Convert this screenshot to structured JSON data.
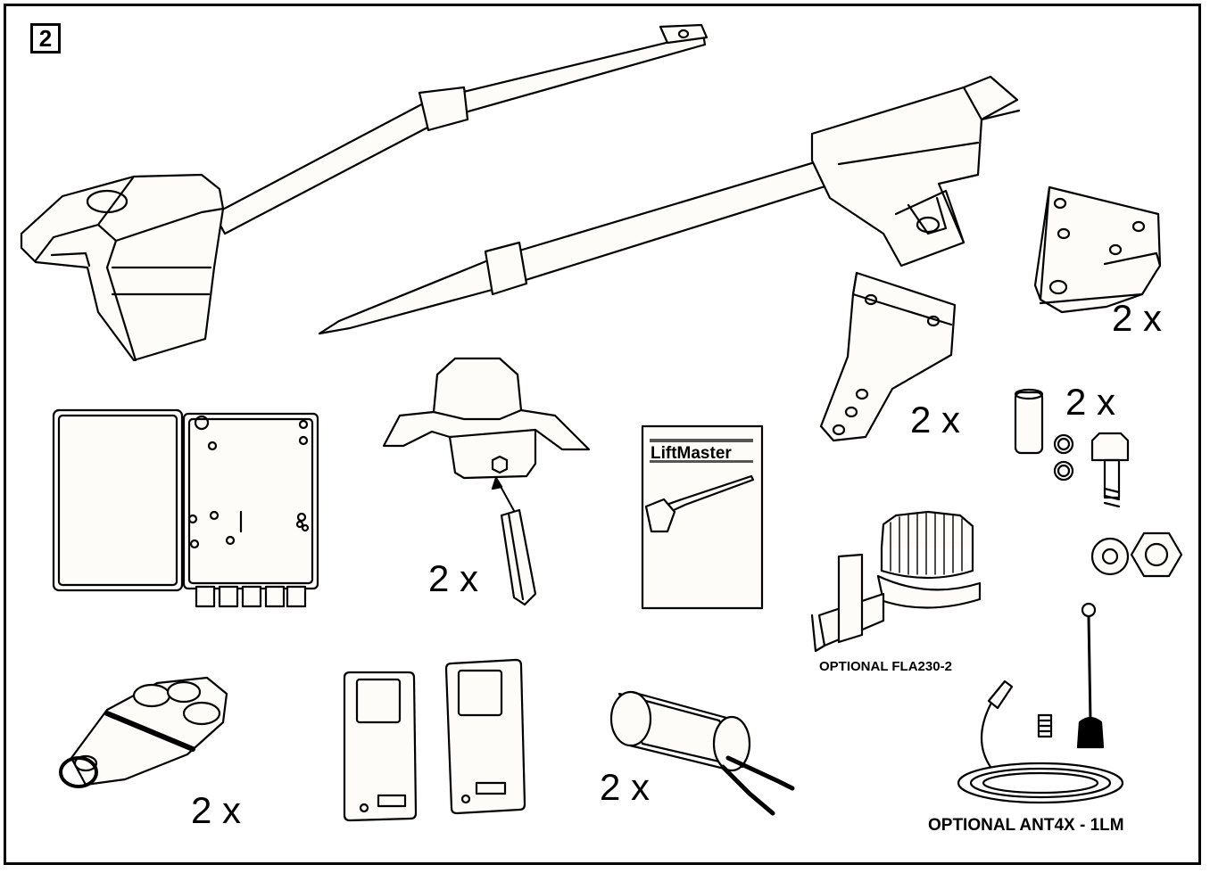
{
  "figure_number": "2",
  "brand_text": "LiftMaster",
  "quantities": {
    "pivot_bracket": "2 x",
    "gate_bracket": "2 x",
    "pins_set": "2 x",
    "release_cover": "2 x",
    "remote": "2 x",
    "capacitor": "2 x"
  },
  "captions": {
    "flasher": "OPTIONAL  FLA230-2",
    "antenna": "OPTIONAL  ANT4X - 1LM"
  },
  "colors": {
    "line": "#000000",
    "fill": "#ffffff",
    "part_fill": "#fdfcf8"
  }
}
